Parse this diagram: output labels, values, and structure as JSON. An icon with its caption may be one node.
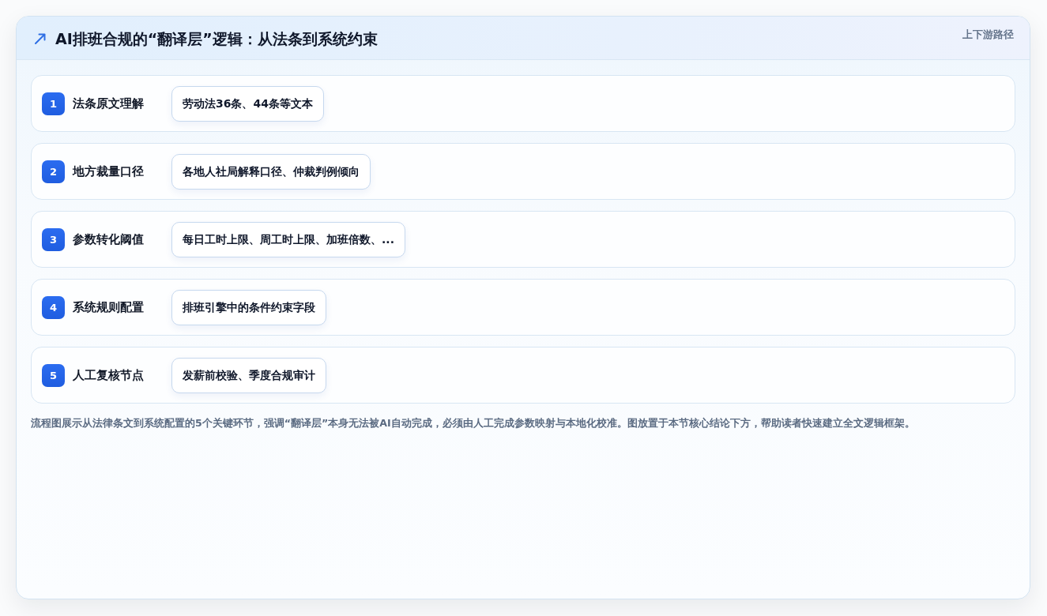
{
  "diagram": {
    "title": "AI排班合规的“翻译层”逻辑：从法条到系统约束",
    "nodes": [
      {
        "text": [
          "法条原文理解"
        ]
      },
      {
        "text": [
          "1"
        ],
        "in": 0
      },
      {
        "text": [
          "劳动法36条、44条等文本"
        ],
        "in": 0
      },
      {
        "text": [
          "地方裁量口径"
        ]
      },
      {
        "text": [
          "2"
        ],
        "in": 3
      },
      {
        "text": [
          "各地人社局解释口径、仲裁判例倾向"
        ],
        "in": 3
      },
      {
        "text": [
          "参数转化阈值"
        ]
      },
      {
        "text": [
          "3"
        ],
        "in": 6
      },
      {
        "text": [
          "每日工时上限、周工时上限、加班倍数、..."
        ],
        "in": 6
      },
      {
        "text": [
          "系统规则配置"
        ]
      },
      {
        "text": [
          "4"
        ],
        "in": 9
      },
      {
        "text": [
          "排班引擎中的条件约束字段"
        ],
        "in": 9
      },
      {
        "text": [
          "人工复核节点"
        ]
      },
      {
        "text": [
          "5"
        ],
        "in": 12
      },
      {
        "text": [
          "发薪前校验、季度合规审计"
        ],
        "in": 12
      }
    ],
    "labels": [
      "上下游路径"
    ],
    "caption": "流程图展示从法律条文到系统配置的5个关键环节，强调“翻译层”本身无法被AI自动完成，必须由人工完成参数映射与本地化校准。图放置于本节核心结论下方，帮助读者快速建立全文逻辑框架。"
  }
}
